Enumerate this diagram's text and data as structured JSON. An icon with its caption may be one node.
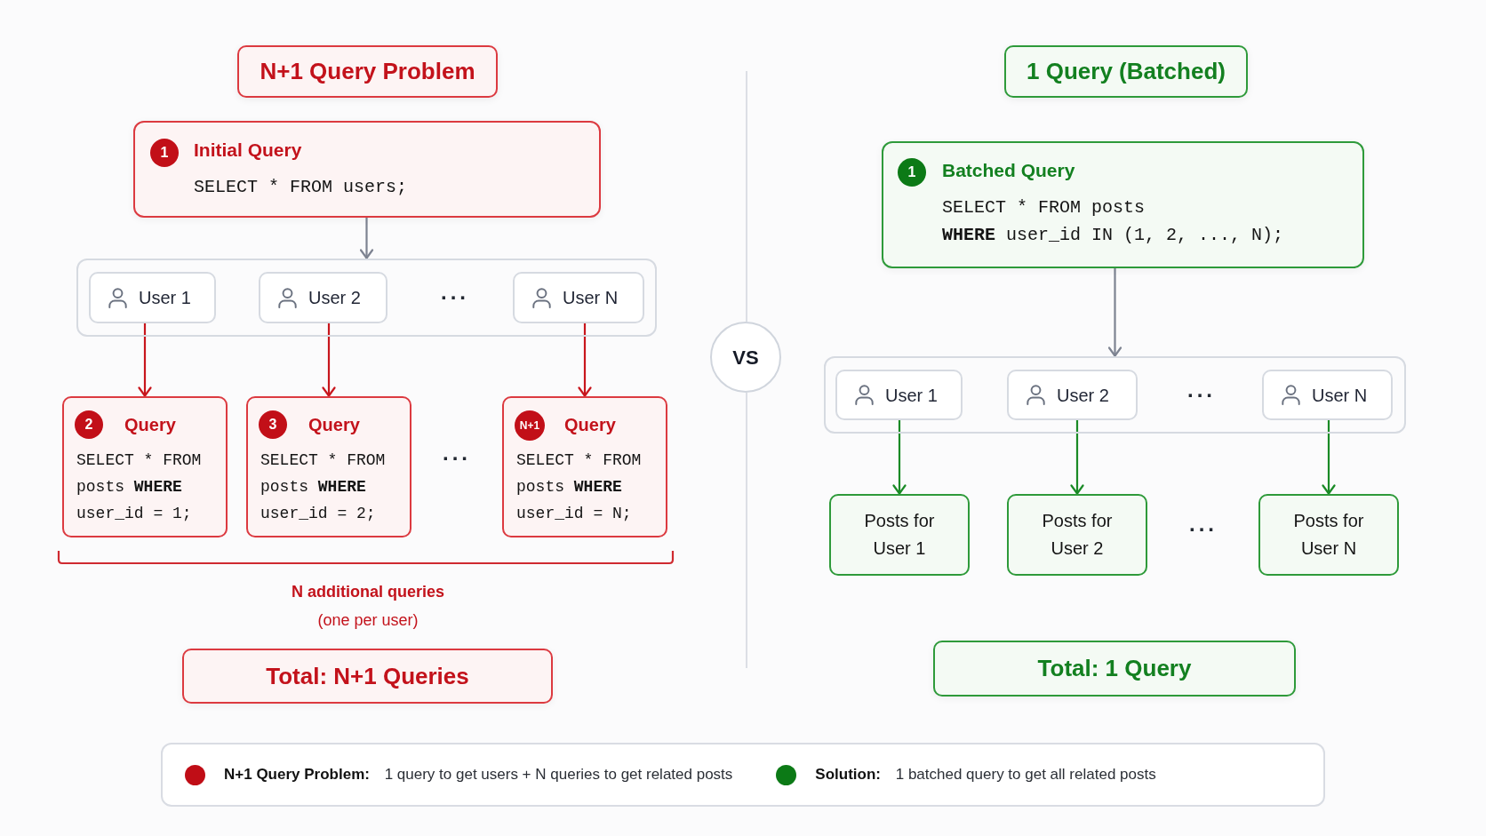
{
  "diagram": {
    "nodes": [
      {
        "text": [
          "N+1 Query Problem"
        ]
      },
      {
        "text": [
          "Initial Query",
          "SELECT * FROM users;"
        ]
      },
      {
        "text": [
          "1"
        ],
        "in": 1
      },
      {
        "text": [
          "..."
        ]
      },
      {
        "text": [
          "User 1"
        ],
        "in": 3
      },
      {
        "text": [
          "User 2"
        ],
        "in": 3
      },
      {
        "text": [
          "User N"
        ],
        "in": 3
      },
      {
        "text": [
          "Query",
          "SELECT * FROM posts **WHERE** user_id = 1;"
        ]
      },
      {
        "text": [
          "2"
        ],
        "in": 7
      },
      {
        "text": [
          "Query",
          "SELECT * FROM posts **WHERE** user_id = 2;"
        ]
      },
      {
        "text": [
          "3"
        ],
        "in": 9
      },
      {
        "text": [
          "Query",
          "SELECT * FROM posts **WHERE** user_id = N;"
        ]
      },
      {
        "text": [
          "N+1"
        ],
        "in": 11
      },
      {
        "text": [
          "Total: N+1 Queries"
        ]
      },
      {
        "text": [
          "VS"
        ]
      },
      {
        "text": [
          "1 Query (Batched)"
        ]
      },
      {
        "text": [
          "Batched Query",
          "SELECT * FROM posts",
          "**WHERE** user_id IN (1, 2, ..., N);"
        ]
      },
      {
        "text": [
          "1"
        ],
        "in": 16
      },
      {
        "text": [
          "..."
        ]
      },
      {
        "text": [
          "User 1"
        ],
        "in": 18
      },
      {
        "text": [
          "User 2"
        ],
        "in": 18
      },
      {
        "text": [
          "User N"
        ],
        "in": 18
      },
      {
        "text": [
          "Posts for User 1"
        ]
      },
      {
        "text": [
          "Posts for User 2"
        ]
      },
      {
        "text": [
          "Posts for User N"
        ]
      },
      {
        "text": [
          "Total: 1 Query"
        ]
      }
    ],
    "edges": [
      {
        "from": 1,
        "to": 3,
        "arrow": "to",
        "color": "#7d8391"
      },
      {
        "from": 4,
        "to": 7,
        "arrow": "to",
        "color": "#c8161d"
      },
      {
        "from": 5,
        "to": 9,
        "arrow": "to",
        "color": "#c8161d"
      },
      {
        "from": 6,
        "to": 11,
        "arrow": "to",
        "color": "#c8161d"
      },
      {
        "from": 16,
        "to": 18,
        "arrow": "to",
        "color": "#7d8391"
      },
      {
        "from": 19,
        "to": 22,
        "arrow": "to",
        "color": "#1a8a26"
      },
      {
        "from": 20,
        "to": 23,
        "arrow": "to",
        "color": "#1a8a26"
      },
      {
        "from": 21,
        "to": 24,
        "arrow": "to",
        "color": "#1a8a26"
      }
    ],
    "labels": [
      "...",
      "N additional queries",
      "(one per user)",
      "..."
    ],
    "legend": [
      {
        "text": "**N+1 Query Problem:** 1 query to get users + N queries to get related posts",
        "color": "#c00d16"
      },
      {
        "text": "**Solution:** 1 batched query to get all related posts",
        "color": "#0c7a16"
      }
    ]
  }
}
